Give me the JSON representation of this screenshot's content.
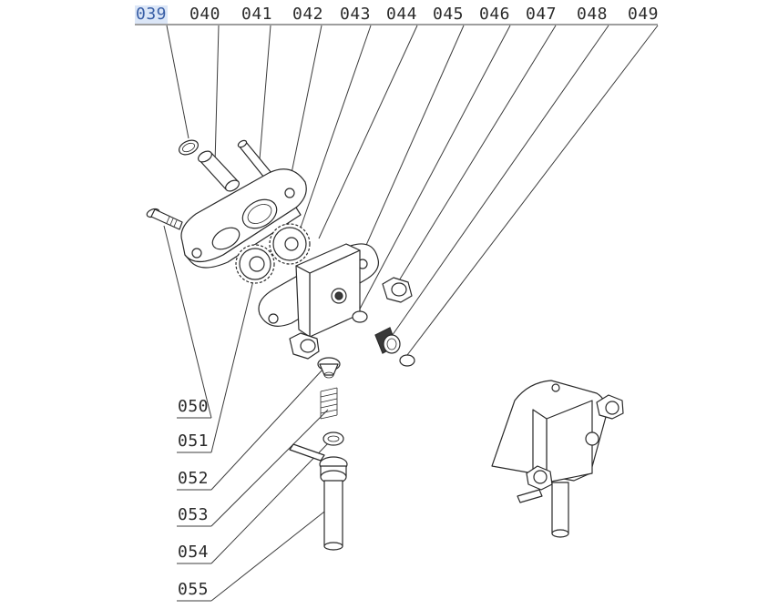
{
  "diagram": {
    "callouts_top": [
      "039",
      "040",
      "041",
      "042",
      "043",
      "044",
      "045",
      "046",
      "047",
      "048",
      "049"
    ],
    "callouts_left": [
      "050",
      "051",
      "052",
      "053",
      "054",
      "055"
    ],
    "selected_label": "039"
  }
}
